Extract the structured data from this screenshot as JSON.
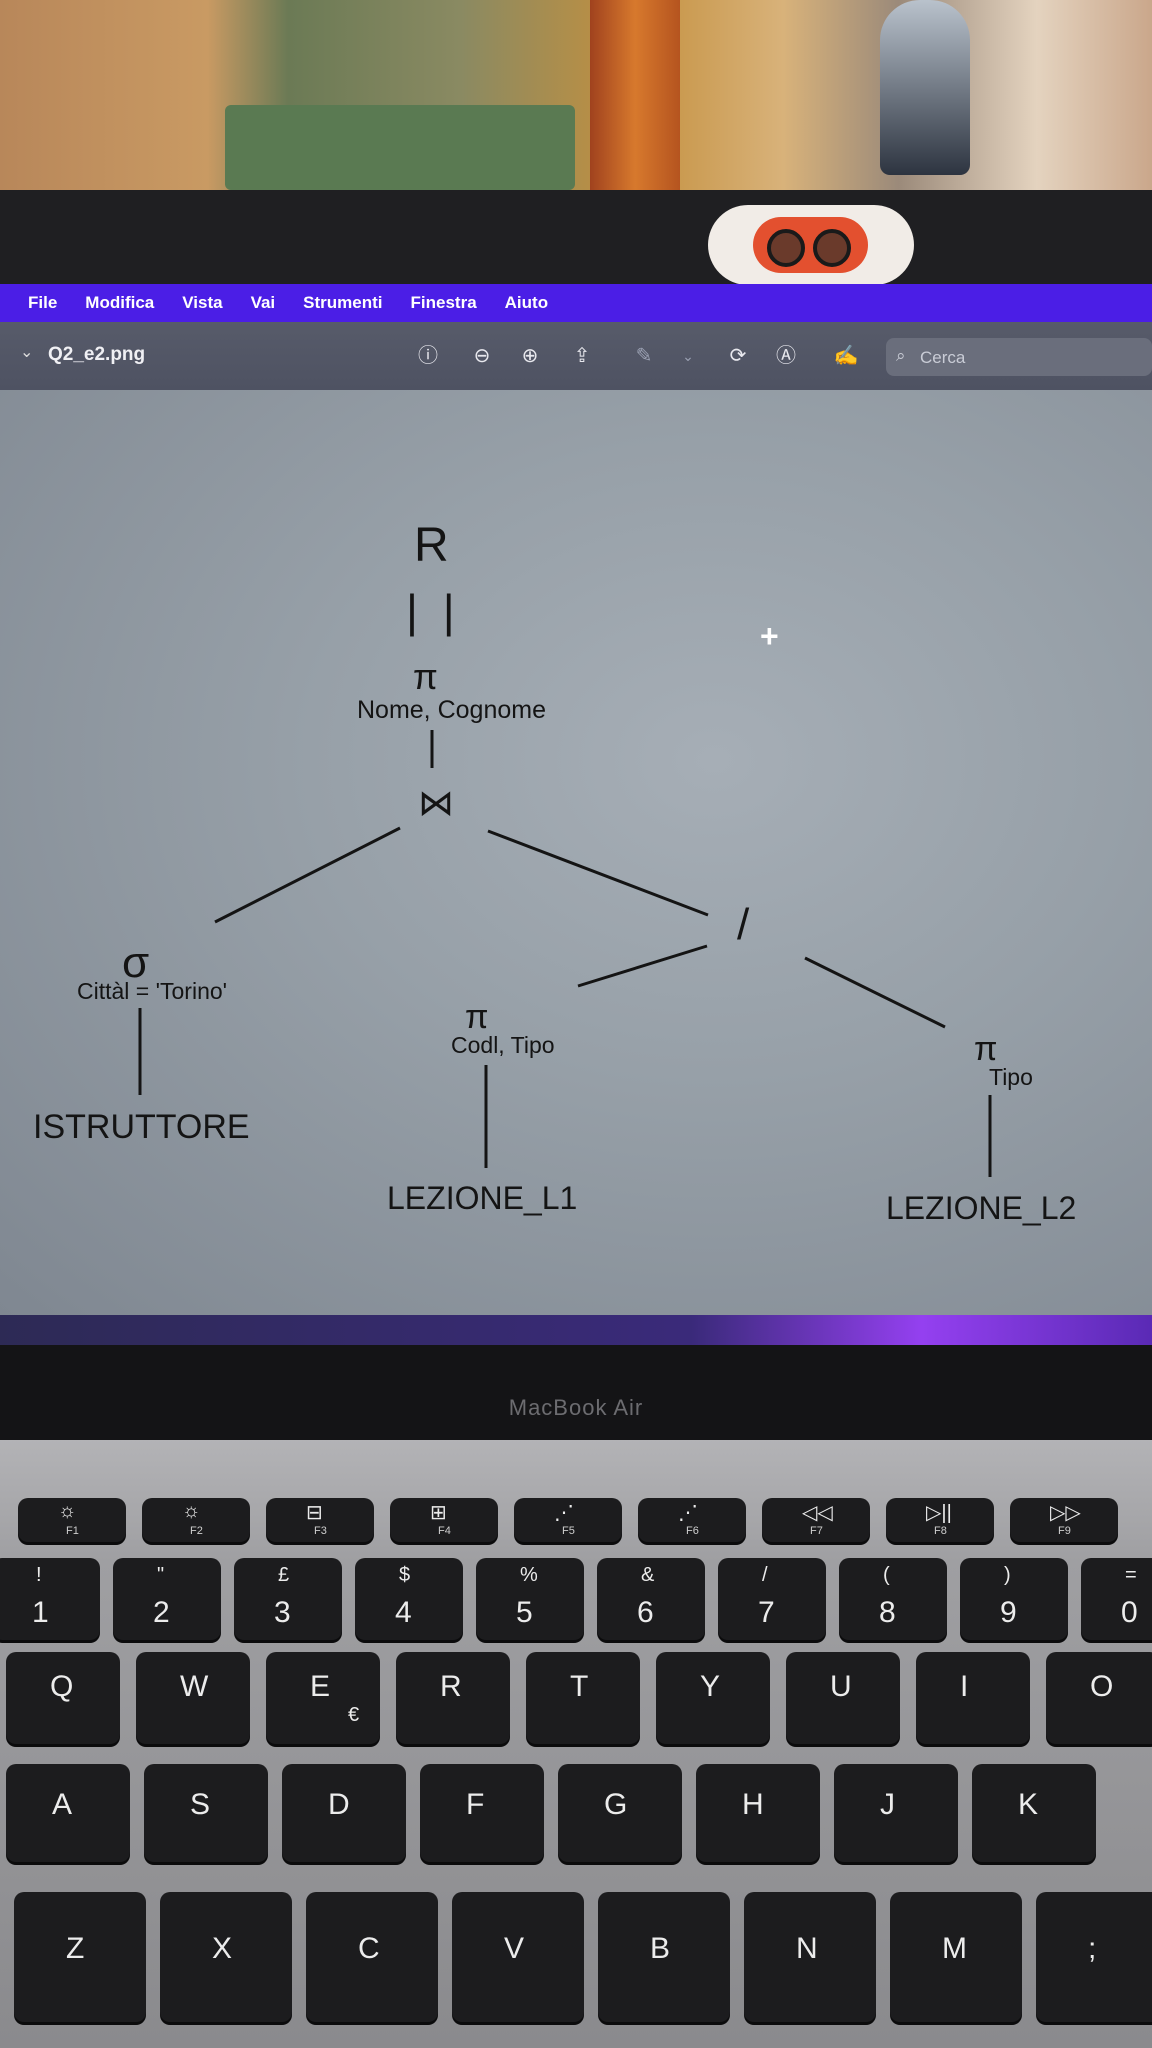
{
  "menubar": {
    "items": [
      "File",
      "Modifica",
      "Vista",
      "Vai",
      "Strumenti",
      "Finestra",
      "Aiuto"
    ],
    "bg_color": "#4b1ee6"
  },
  "toolbar": {
    "document_title": "Q2_e2.png",
    "icons": [
      "info-icon",
      "zoom-out-icon",
      "zoom-in-icon",
      "share-icon",
      "markup-pen-icon",
      "chevron-down-icon",
      "rotate-icon",
      "annotate-icon",
      "signature-icon"
    ],
    "search_placeholder": "Cerca"
  },
  "diagram": {
    "result": "R",
    "equals": "| |",
    "pi_symbol": "π",
    "projection_top": "Nome, Cognome",
    "join_symbol": "⋈",
    "division_symbol": "/",
    "sigma_symbol": "σ",
    "selection_condition": "Cittàl = 'Torino'",
    "projection_left": "Codl, Tipo",
    "projection_right": "Tipo",
    "table_istruttore": "ISTRUTTORE",
    "table_l1": "LEZIONE_L1",
    "table_l2": "LEZIONE_L2",
    "crosshair": "+"
  },
  "laptop": {
    "brand": "MacBook Air"
  },
  "keyboard": {
    "fn_keys": [
      "F1",
      "F2",
      "F3",
      "F4",
      "F5",
      "F6",
      "F7",
      "F8",
      "F9"
    ],
    "fn_symbols": [
      "☼",
      "☼",
      "⊟",
      "⊞",
      "⋰",
      "⋰",
      "◁◁",
      "▷||",
      "▷▷"
    ],
    "number_row": [
      {
        "main": "1",
        "shift": "!"
      },
      {
        "main": "2",
        "shift": "\""
      },
      {
        "main": "3",
        "shift": "£"
      },
      {
        "main": "4",
        "shift": "$"
      },
      {
        "main": "5",
        "shift": "%"
      },
      {
        "main": "6",
        "shift": "&"
      },
      {
        "main": "7",
        "shift": "/"
      },
      {
        "main": "8",
        "shift": "("
      },
      {
        "main": "9",
        "shift": ")"
      },
      {
        "main": "0",
        "shift": "="
      }
    ],
    "row_q": [
      "Q",
      "W",
      "E",
      "R",
      "T",
      "Y",
      "U",
      "I",
      "O"
    ],
    "euro": "€",
    "row_a": [
      "A",
      "S",
      "D",
      "F",
      "G",
      "H",
      "J",
      "K"
    ],
    "row_z": [
      "Z",
      "X",
      "C",
      "V",
      "B",
      "N",
      "M",
      ";"
    ]
  }
}
